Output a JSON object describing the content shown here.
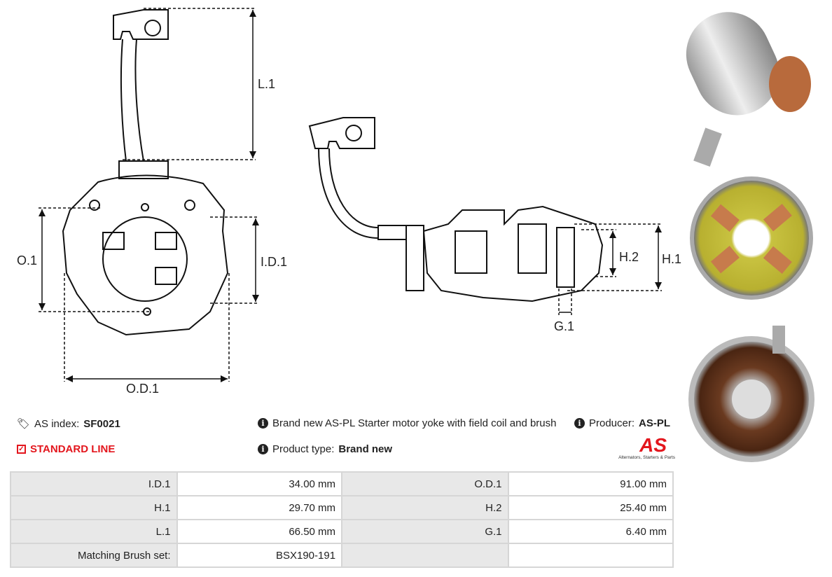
{
  "drawing": {
    "labels": {
      "l1": "L.1",
      "o1": "O.1",
      "id1": "I.D.1",
      "od1": "O.D.1",
      "h1": "H.1",
      "h2": "H.2",
      "g1": "G.1"
    }
  },
  "info": {
    "as_index_label": "AS index:",
    "as_index_value": "SF0021",
    "line": "STANDARD LINE",
    "description": "Brand new AS-PL Starter motor yoke with field coil and brush",
    "producer_label": "Producer:",
    "producer_value": "AS-PL",
    "product_type_label": "Product type:",
    "product_type_value": "Brand new",
    "logo_text": "AS",
    "logo_tagline": "Alternators, Starters & Parts"
  },
  "colors": {
    "accent": "#e3161d",
    "label_bg": "#e8e8e8",
    "border": "#d6d6d6"
  },
  "specs": [
    [
      {
        "label": "I.D.1",
        "value": "34.00 mm"
      },
      {
        "label": "O.D.1",
        "value": "91.00 mm"
      }
    ],
    [
      {
        "label": "H.1",
        "value": "29.70 mm"
      },
      {
        "label": "H.2",
        "value": "25.40 mm"
      }
    ],
    [
      {
        "label": "L.1",
        "value": "66.50 mm"
      },
      {
        "label": "G.1",
        "value": "6.40 mm"
      }
    ],
    [
      {
        "label": "Matching Brush set:",
        "value": "BSX190-191"
      },
      {
        "label": "",
        "value": ""
      }
    ]
  ]
}
